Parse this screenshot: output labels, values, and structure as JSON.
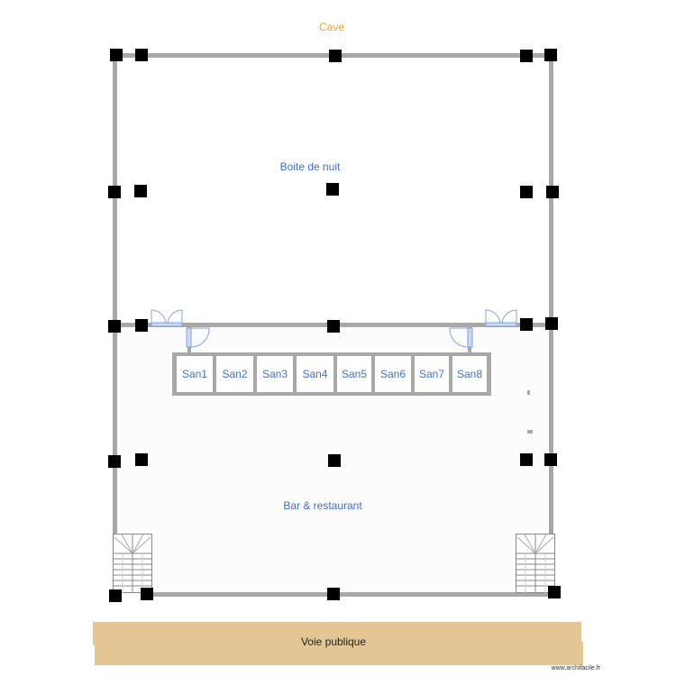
{
  "plan": {
    "labels": {
      "cave": "Cave",
      "nightclub": "Boite de nuit",
      "bar": "Bar & restaurant",
      "road": "Voie publique"
    },
    "sanitaries": [
      "San1",
      "San2",
      "San3",
      "San4",
      "San5",
      "San6",
      "San7",
      "San8"
    ],
    "watermark": "www.archifacile.fr",
    "colors": {
      "wall": "#a8a8a8",
      "pillar": "#000000",
      "room_label": "#3f6fd6",
      "cave_label": "#f0a132",
      "road": "#e4c594",
      "door": "#7da2e8"
    }
  }
}
